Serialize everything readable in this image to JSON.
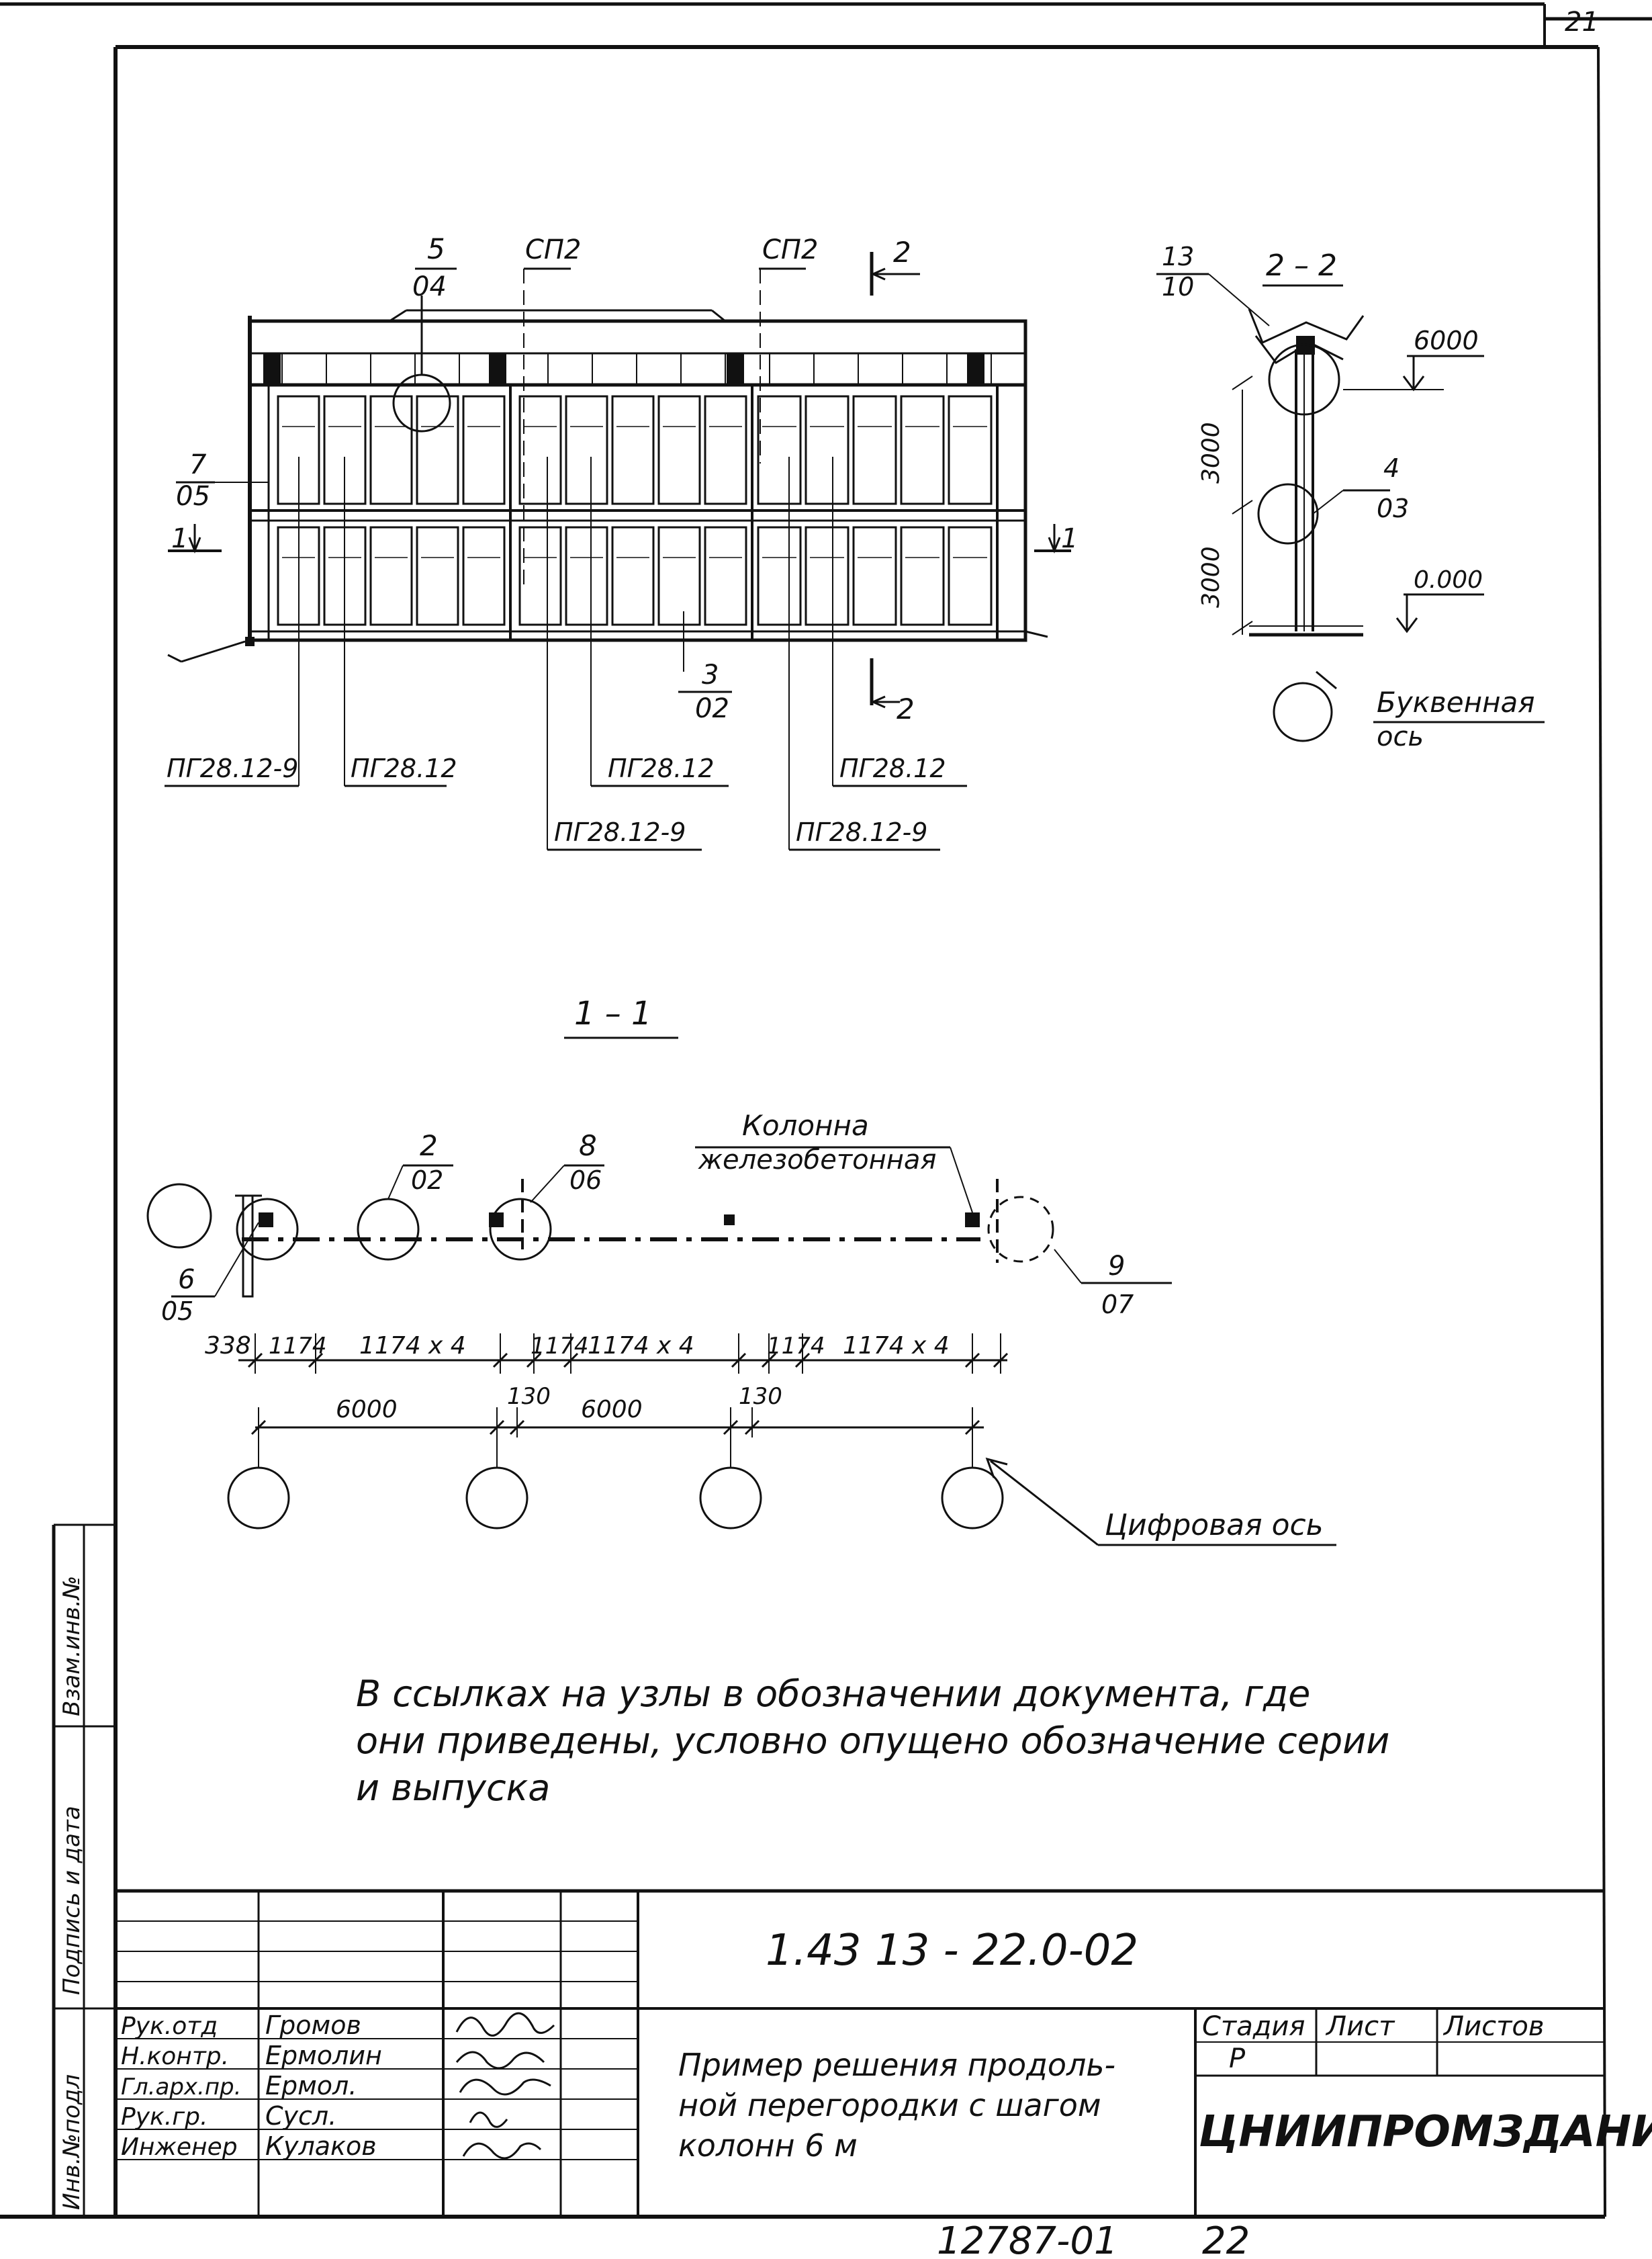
{
  "sheet": {
    "corner_number": "21",
    "bottom_stamp": "12787-01",
    "bottom_page": "22"
  },
  "elevation": {
    "callout_5": {
      "num": "5",
      "sheet": "04"
    },
    "callout_3": {
      "num": "3",
      "sheet": "02"
    },
    "callout_7": {
      "num": "7",
      "sheet": "05"
    },
    "sp_left": "СП2",
    "sp_right": "СП2",
    "cut_1_left": "1",
    "cut_1_right": "1",
    "cut_2_top": "2",
    "cut_2_bottom": "2",
    "panel_labels": [
      "ПГ28.12-9",
      "ПГ28.12",
      "ПГ28.12",
      "ПГ28.12",
      "ПГ28.12-9",
      "ПГ28.12-9"
    ]
  },
  "section_2_2": {
    "title": "2 – 2",
    "callout_13": {
      "num": "13",
      "sheet": "10"
    },
    "callout_4": {
      "num": "4",
      "sheet": "03"
    },
    "level_top": "6000",
    "level_zero": "0.000",
    "dim_upper": "3000",
    "dim_lower": "3000",
    "axis_label_line1": "Буквенная",
    "axis_label_line2": "ось"
  },
  "plan_1_1": {
    "title": "1 – 1",
    "callout_2": {
      "num": "2",
      "sheet": "02"
    },
    "callout_8": {
      "num": "8",
      "sheet": "06"
    },
    "callout_6": {
      "num": "6",
      "sheet": "05"
    },
    "callout_9": {
      "num": "9",
      "sheet": "07"
    },
    "column_label_line1": "Колонна",
    "column_label_line2": "железобетонная",
    "dim_338": "338",
    "dim_1174_a": "1174",
    "dim_1174x4_a": "1174 x 4",
    "dim_1174_b": "1174",
    "dim_1174x4_b": "1174 x 4",
    "dim_1174_c": "1174",
    "dim_1174x4_c": "1174 x 4",
    "dim_130_a": "130",
    "dim_130_b": "130",
    "dim_6000_a": "6000",
    "dim_6000_b": "6000",
    "digital_axis": "Цифровая ось"
  },
  "note": {
    "line1": "В ссылках на узлы в обозначении  документа, где",
    "line2": "они приведены, условно опущено обозначение серии",
    "line3": "и выпуска"
  },
  "side_stamp": {
    "col1": "Инв.№подл",
    "col2": "Подпись и дата",
    "col3": "Взам.инв.№"
  },
  "title_block": {
    "code": "1.43 13 - 22.0-02",
    "roles": [
      "Рук.отд",
      "Н.контр.",
      "Гл.арх.пр.",
      "Рук.гр.",
      "Инженер"
    ],
    "names": [
      "Громов",
      "Ермолин",
      "Ермол.",
      "Сусл.",
      "Кулаков"
    ],
    "title_line1": "Пример решения продоль-",
    "title_line2": "ной перегородки с шагом",
    "title_line3": "колонн 6 м",
    "stage_header": "Стадия",
    "sheet_header": "Лист",
    "sheets_header": "Листов",
    "stage_value": "Р",
    "organization": "ЦНИИПРОМЗДАНИЙ"
  }
}
